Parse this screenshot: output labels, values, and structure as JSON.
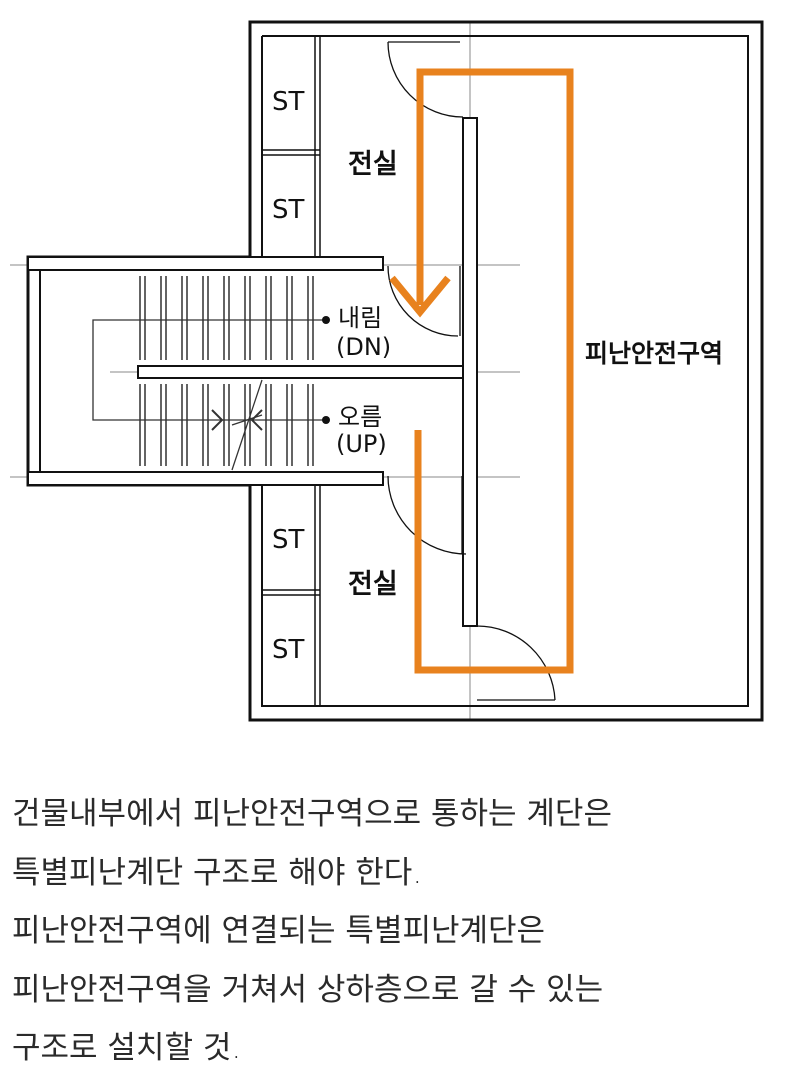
{
  "diagram": {
    "labels": {
      "storage": "ST",
      "vestibule": "전실",
      "refuge_zone": "피난안전구역",
      "down": "내림",
      "down_en": "(DN)",
      "up": "오름",
      "up_en": "(UP)"
    },
    "colors": {
      "wall": "#111111",
      "route": "#e8821e",
      "guide": "#777777"
    }
  },
  "caption": {
    "lines": [
      "건물내부에서 피난안전구역으로 통하는 계단은",
      "특별피난계단 구조로 해야 한다.",
      "피난안전구역에 연결되는 특별피난계단은",
      "피난안전구역을 거쳐서 상하층으로 갈 수 있는",
      "구조로 설치할 것."
    ]
  }
}
